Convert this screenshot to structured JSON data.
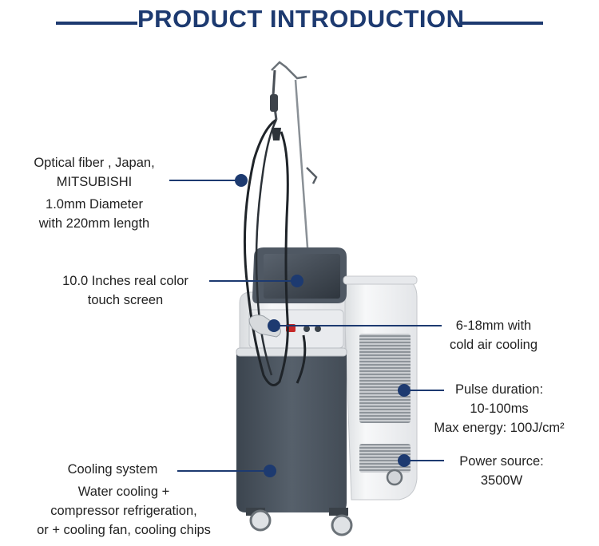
{
  "header": {
    "title": "PRODUCT INTRODUCTION"
  },
  "callouts": {
    "optical_fiber": {
      "line1": "Optical fiber , Japan,",
      "line2": "MITSUBISHI",
      "line3": "1.0mm Diameter",
      "line4": "with 220mm length"
    },
    "screen": {
      "line1": "10.0 Inches real color",
      "line2": "touch screen"
    },
    "cooling_air": {
      "line1": "6-18mm with",
      "line2": "cold air cooling"
    },
    "pulse": {
      "line1": "Pulse duration:",
      "line2": "10-100ms",
      "line3": "Max energy: 100J/cm²"
    },
    "cooling_system": {
      "line1": "Cooling system",
      "line2": "Water cooling +",
      "line3": "compressor refrigeration,",
      "line4": "or + cooling fan, cooling chips"
    },
    "power": {
      "line1": "Power source:",
      "line2": "3500W"
    }
  },
  "colors": {
    "accent": "#1d3a70",
    "machine_body": "#4a5460",
    "machine_shell": "#f1f2f3"
  }
}
